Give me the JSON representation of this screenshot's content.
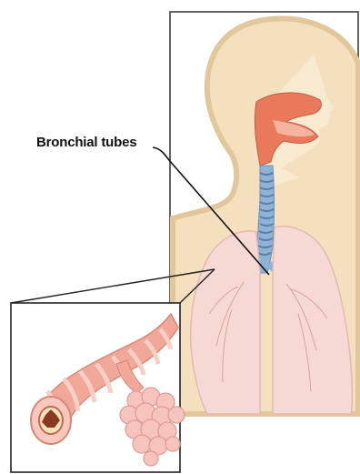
{
  "labels": {
    "bronchial_tubes": "Bronchial tubes"
  },
  "colors": {
    "skin": "#f4e0bf",
    "skin_edge": "#d9b98a",
    "airway": "#e8795a",
    "trachea": "#8fb3d6",
    "lung": "#f6d9d4",
    "lung_vessels": "#d8a3a0",
    "bronchus_tube": "#f1a898",
    "alveoli": "#f7c3bd",
    "frame": "#222222"
  },
  "icons": [
    "head-silhouette",
    "lungs",
    "trachea",
    "bronchiole-zoom",
    "alveoli-cluster"
  ]
}
